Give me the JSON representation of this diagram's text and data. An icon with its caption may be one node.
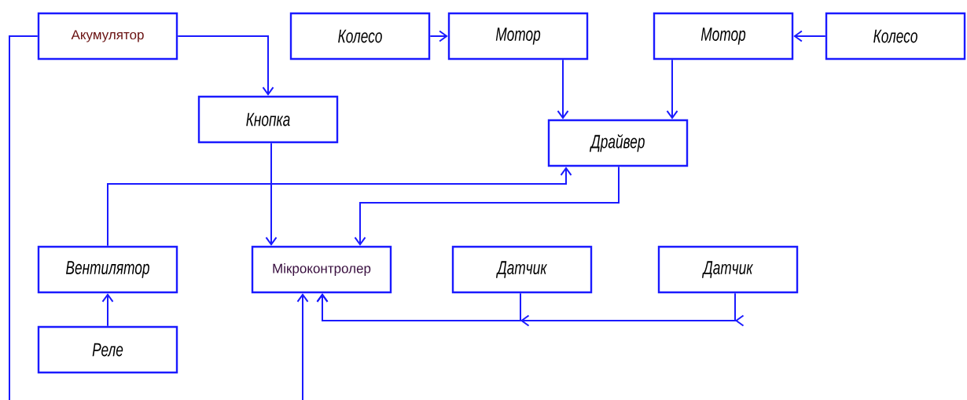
{
  "diagram": {
    "nodes": [
      {
        "text": [
          "Акумулятор"
        ]
      },
      {
        "text": [
          "Колесо"
        ]
      },
      {
        "text": [
          "Мотор"
        ]
      },
      {
        "text": [
          "Мотор"
        ]
      },
      {
        "text": [
          "Колесо"
        ]
      },
      {
        "text": [
          "Кнопка"
        ]
      },
      {
        "text": [
          "Драйвер"
        ]
      },
      {
        "text": [
          "Вентилятор"
        ]
      },
      {
        "text": [
          "Мікроконтролер"
        ]
      },
      {
        "text": [
          "Датчик"
        ]
      },
      {
        "text": [
          "Датчик"
        ]
      },
      {
        "text": [
          "Реле"
        ]
      }
    ],
    "edges": [
      {
        "from": 0,
        "to": 5,
        "arrow": "to"
      },
      {
        "from": 0,
        "to": null,
        "arrow": "none"
      },
      {
        "from": 1,
        "to": 2,
        "arrow": "to"
      },
      {
        "from": 4,
        "to": 3,
        "arrow": "to"
      },
      {
        "from": 2,
        "to": 6,
        "arrow": "to"
      },
      {
        "from": 3,
        "to": 6,
        "arrow": "to"
      },
      {
        "from": 5,
        "to": 8,
        "arrow": "to"
      },
      {
        "from": 7,
        "to": 6,
        "arrow": "to"
      },
      {
        "from": 6,
        "to": 8,
        "arrow": "to"
      },
      {
        "from": 11,
        "to": 7,
        "arrow": "to"
      },
      {
        "from": 9,
        "to": 8,
        "arrow": "to"
      },
      {
        "from": 10,
        "to": 8,
        "arrow": "to"
      },
      {
        "from": null,
        "to": 8,
        "arrow": "to"
      }
    ]
  }
}
